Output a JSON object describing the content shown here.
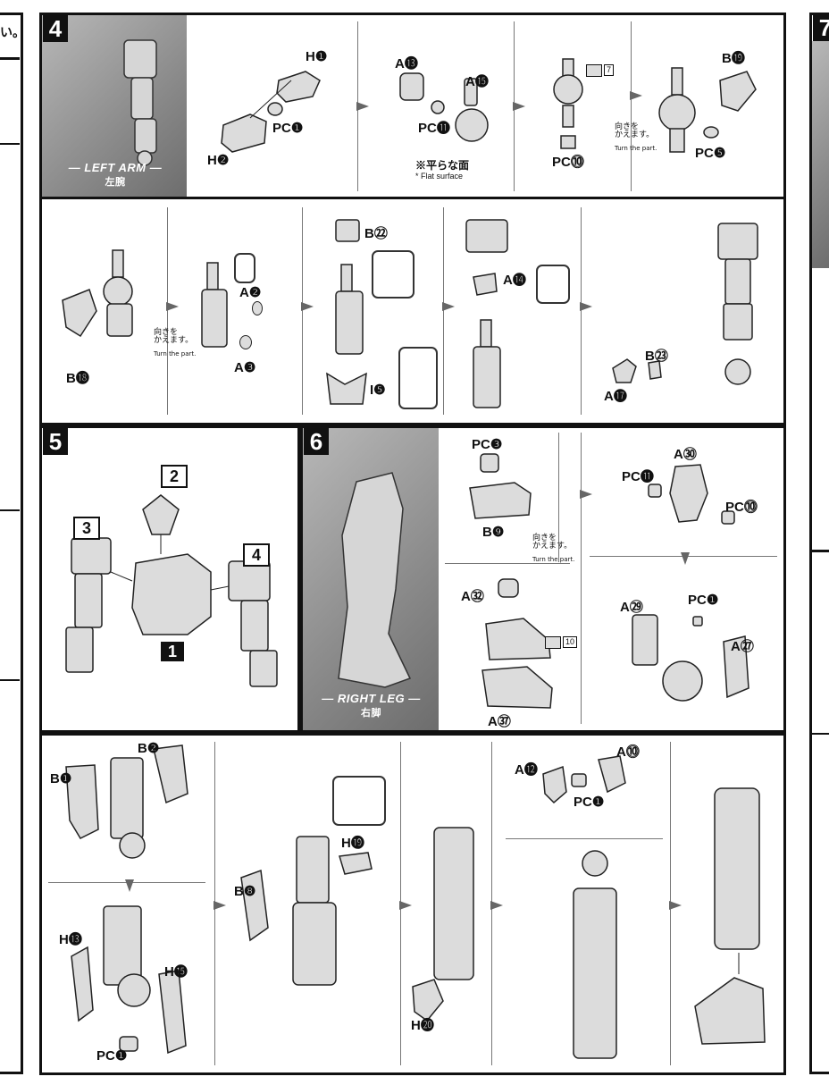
{
  "left_edge": {
    "fragment": "い。"
  },
  "step4": {
    "number": "4",
    "banner_en": "— LEFT ARM —",
    "banner_jp": "左腕",
    "row1": {
      "labels": [
        "H❶",
        "H❷",
        "PC❶",
        "A⓭",
        "A⓯",
        "PC⓫",
        "B⓳",
        "PC❺",
        "PC⓾"
      ],
      "note_jp": "※平らな面",
      "note_en": "* Flat surface",
      "turn_jp": "向きを\nかえます。",
      "turn_en": "Turn the part.",
      "chip": "7"
    },
    "row2": {
      "labels": [
        "B⓲",
        "A❷",
        "A❸",
        "B㉒",
        "I❺",
        "A⓮",
        "B㉓",
        "A⓱"
      ],
      "turn_jp": "向きを\nかえます。",
      "turn_en": "Turn the part."
    }
  },
  "step5": {
    "number": "5",
    "tags": [
      "2",
      "3",
      "4"
    ],
    "block_tag": "1"
  },
  "step6": {
    "number": "6",
    "banner_en": "— RIGHT LEG —",
    "banner_jp": "右脚",
    "labels": [
      "PC❸",
      "B❾",
      "A㉜",
      "A㊲",
      "A㉚",
      "PC⓫",
      "PC⓾",
      "A㉙",
      "PC❶",
      "A㉗"
    ],
    "turn_jp": "向きを\nかえます。",
    "turn_en": "Turn the part.",
    "chip": "10"
  },
  "bottom": {
    "labels": [
      "B❶",
      "B❷",
      "H⓭",
      "H⓯",
      "PC❶",
      "B❽",
      "H⓳",
      "H⓴",
      "A⓬",
      "A⓾",
      "PC❶"
    ]
  },
  "right_edge": {
    "number": "7"
  }
}
